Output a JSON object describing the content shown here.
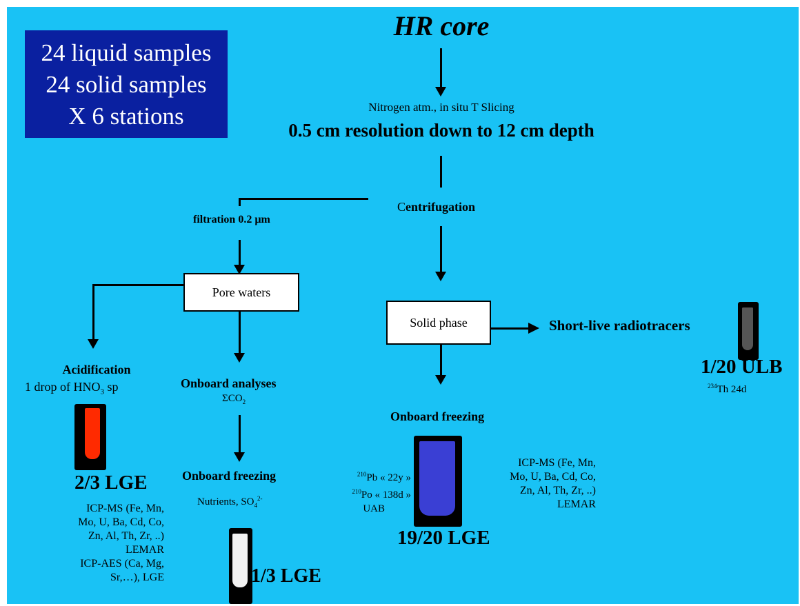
{
  "colors": {
    "background": "#19c2f5",
    "info_box": "#0a20a0",
    "vial_red": "#ff2a00",
    "vial_blue": "#3a3fd4",
    "vial_white": "#f2f2f2",
    "vial_grey": "#555555"
  },
  "samples_box": {
    "line1": "24 liquid samples",
    "line2": "24 solid samples",
    "line3": "X 6 stations"
  },
  "title": "HR core",
  "slicing": "Nitrogen atm., in situ T Slicing",
  "resolution": "0.5 cm resolution down to 12 cm depth",
  "centrifugation_prefix": "C",
  "centrifugation_rest": "entrifugation",
  "filtration": "filtration 0.2 µm",
  "pore_waters": "Pore waters",
  "solid_phase": "Solid phase",
  "short_live": "Short-live radiotracers",
  "ulb": {
    "label": "1/20 ULB",
    "sup": "234",
    "text": "Th 24d"
  },
  "acidification": {
    "title": "Acidification",
    "line_pre": "1 drop of HNO",
    "sub": "3",
    "line_post": " sp"
  },
  "lge_23": {
    "label": "2/3 LGE",
    "lines": [
      "ICP-MS (Fe, Mn,",
      "Mo, U, Ba, Cd, Co,",
      "Zn, Al, Th, Zr, ..)",
      "LEMAR",
      "ICP-AES (Ca, Mg,",
      "Sr,…), LGE"
    ]
  },
  "onboard_analyses": {
    "title": "Onboard analyses",
    "sigma": "ΣCO",
    "sub": "2"
  },
  "onboard_freezing_left": {
    "title": "Onboard freezing",
    "nutrients": "Nutrients, SO",
    "sub": "4",
    "sup": "2-"
  },
  "lge_13": "1/3 LGE",
  "onboard_freezing_right": "Onboard freezing",
  "pb_po": {
    "pb_sup": "210",
    "pb_text": "Pb « 22y »",
    "po_sup": "210",
    "po_text": "Po « 138d  »",
    "uab": "UAB"
  },
  "right_icp": {
    "lines": [
      "ICP-MS (Fe, Mn,",
      "Mo, U, Ba, Cd, Co,",
      "Zn, Al, Th, Zr, ..)",
      "LEMAR"
    ]
  },
  "lge_1920": "19/20 LGE"
}
